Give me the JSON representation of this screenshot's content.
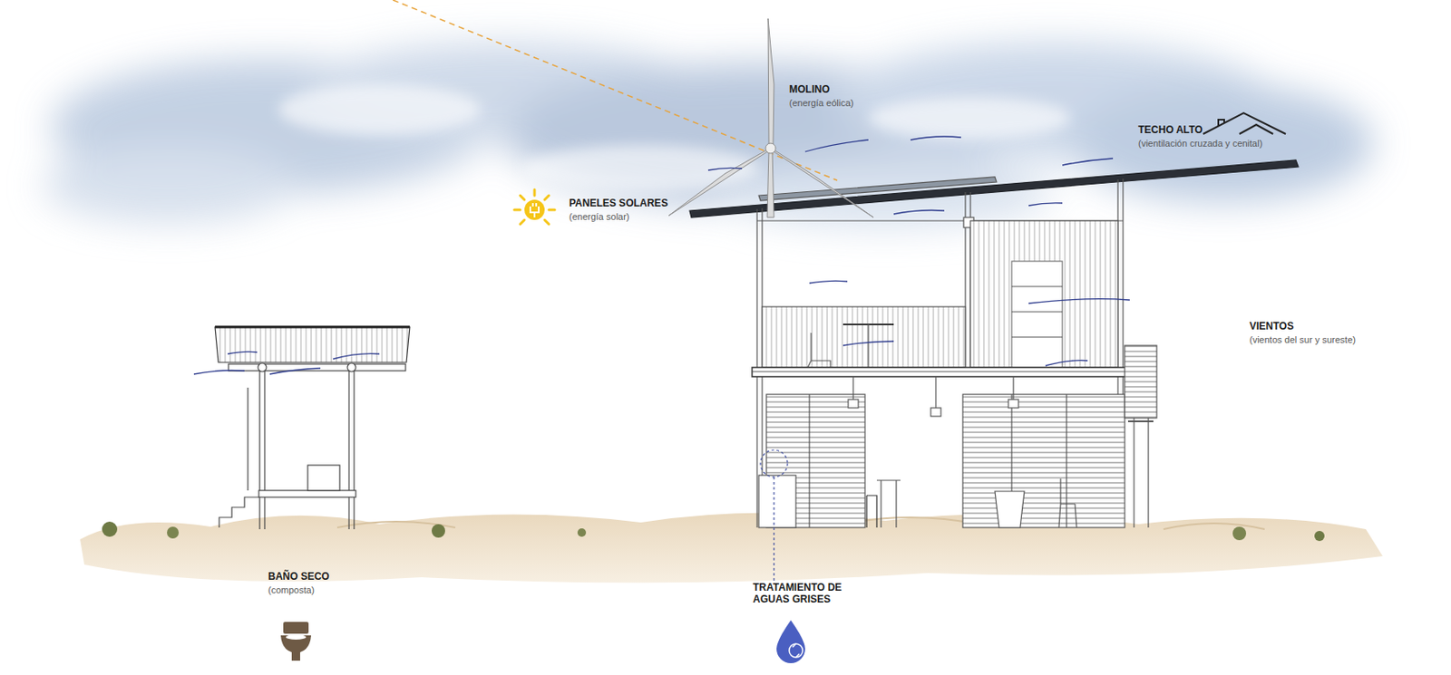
{
  "diagram": {
    "labels": [
      "MOLINO",
      "(energía eólica)",
      "TECHO ALTO",
      "(vientilación cruzada y cenital)",
      "PANELES SOLARES",
      "(energía solar)",
      "VIENTOS",
      "(vientos del sur y sureste)",
      "BAÑO SECO",
      "(composta)",
      "TRATAMIENTO DE AGUAS GRISES"
    ]
  }
}
